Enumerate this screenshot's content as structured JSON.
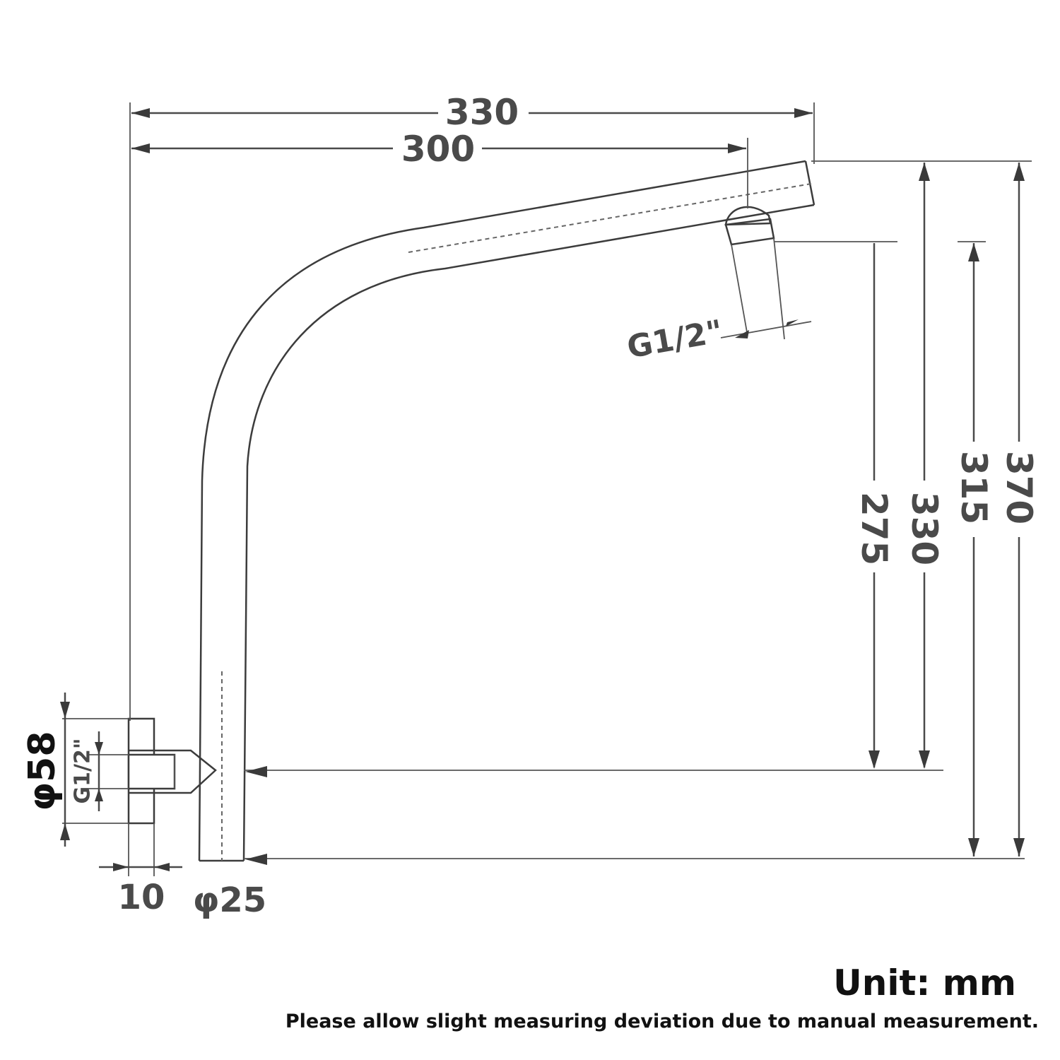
{
  "dimensions": {
    "overall_width": "330",
    "reach": "300",
    "outlet_thread": "G1/2\"",
    "drop_275": "275",
    "drop_330": "330",
    "height_315": "315",
    "height_370": "370",
    "flange_diameter": "φ58",
    "inlet_thread": "G1/2\"",
    "flange_thickness": "10",
    "pipe_diameter": "φ25"
  },
  "footer": {
    "unit": "Unit: mm",
    "note": "Please allow slight measuring deviation due to manual measurement."
  }
}
